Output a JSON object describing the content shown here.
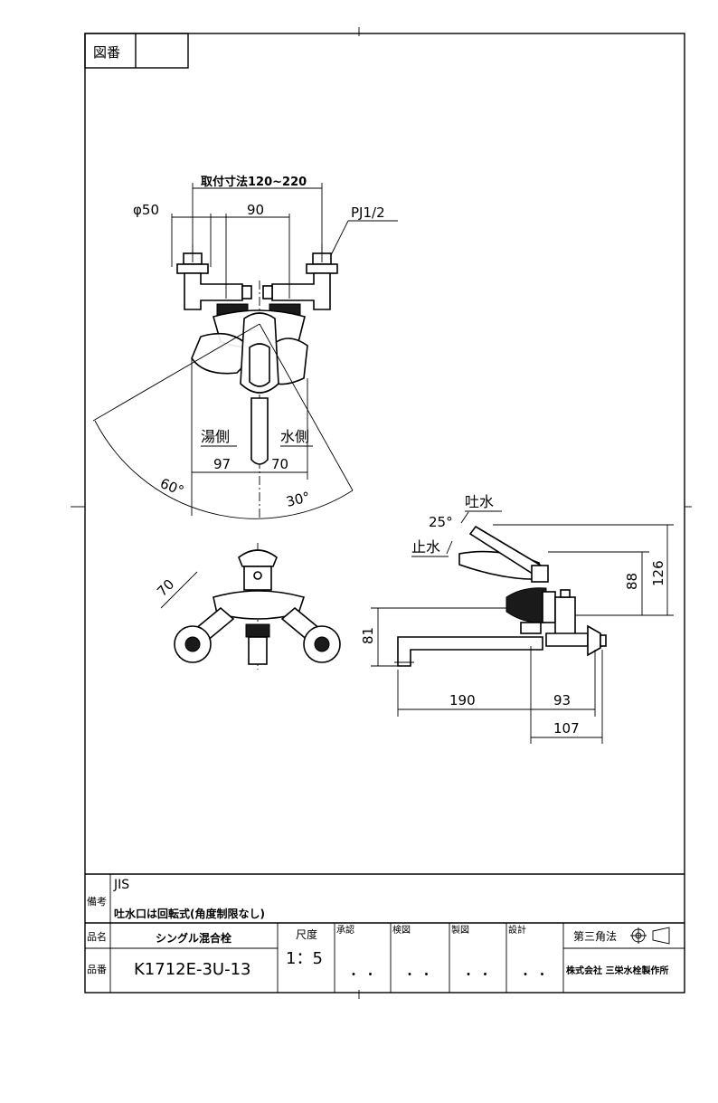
{
  "header": {
    "drawing_no_label": "図番",
    "drawing_no_value": ""
  },
  "front_view": {
    "mount_range": "取付寸法120~220",
    "dia": "φ50",
    "center": "90",
    "thread": "PJ1/2",
    "hot_side": "湯側",
    "cold_side": "水側",
    "hot_dist": "97",
    "cold_dist": "70",
    "angle_left": "60°",
    "angle_right": "30°"
  },
  "plan_view": {
    "arm": "70"
  },
  "side_view": {
    "spout_label": "吐水",
    "stop_label": "止水",
    "lever_angle": "25°",
    "h126": "126",
    "h88": "88",
    "h81": "81",
    "w190": "190",
    "w93": "93",
    "w107": "107"
  },
  "title_block": {
    "remarks_label": "備考",
    "remarks_line1": "JIS",
    "remarks_line2": "吐水口は回転式(角度制限なし)",
    "name_label": "品名",
    "name_value": "シングル混合栓",
    "part_label": "品番",
    "part_value": "K1712E-3U-13",
    "scale_label": "尺度",
    "scale_value": "1：5",
    "approved_label": "承認",
    "checked_label": "検図",
    "drawn_label": "製図",
    "designed_label": "設計",
    "sign_marks": "・  ・",
    "projection_label": "第三角法",
    "company": "株式会社 三栄水栓製作所"
  }
}
